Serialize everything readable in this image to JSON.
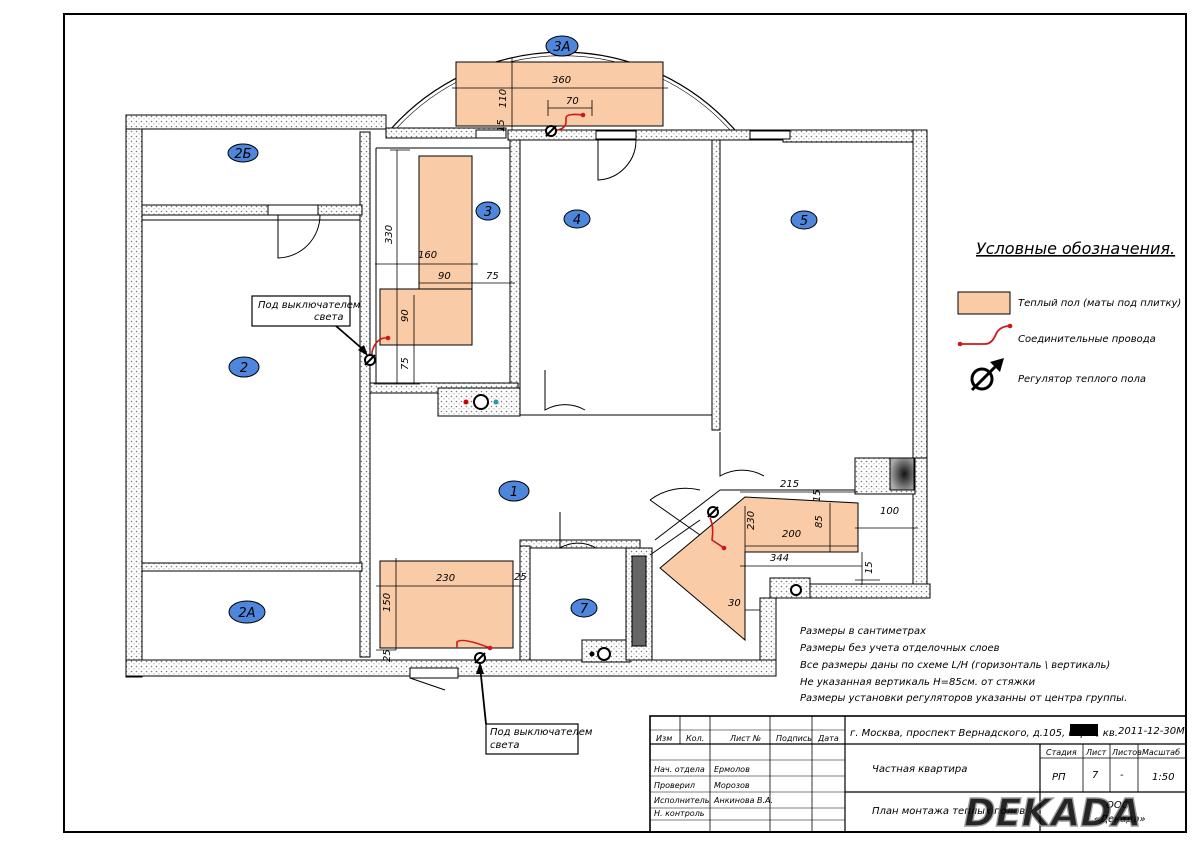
{
  "rooms": [
    {
      "id": "3A",
      "label": "3А"
    },
    {
      "id": "2B",
      "label": "2Б"
    },
    {
      "id": "3",
      "label": "3"
    },
    {
      "id": "4",
      "label": "4"
    },
    {
      "id": "5",
      "label": "5"
    },
    {
      "id": "2",
      "label": "2"
    },
    {
      "id": "1",
      "label": "1"
    },
    {
      "id": "2A",
      "label": "2А"
    },
    {
      "id": "7",
      "label": "7"
    }
  ],
  "dimensions": {
    "d360": "360",
    "d110": "110",
    "d70": "70",
    "d15a": "15",
    "d330": "330",
    "d160": "160",
    "d90a": "90",
    "d75a": "75",
    "d90b": "90",
    "d75b": "75",
    "d215": "215",
    "d15b": "15",
    "d100": "100",
    "d230a": "230",
    "d200": "200",
    "d85": "85",
    "d344": "344",
    "d15c": "15",
    "d30": "30",
    "d230b": "230",
    "d25a": "25",
    "d150": "150",
    "d25b": "25"
  },
  "callouts": {
    "switch_top": [
      "Под выключателем",
      "света"
    ],
    "switch_bottom": [
      "Под выключателем",
      "света"
    ]
  },
  "legend": {
    "title": "Условные обозначения.",
    "items": [
      {
        "label": "Теплый пол (маты под плитку)"
      },
      {
        "label": "Соединительные провода"
      },
      {
        "label": "Регулятор теплого пола"
      }
    ]
  },
  "notes": [
    "Размеры в сантиметрах",
    "Размеры без учета отделочных слоев",
    "Все размеры даны по схеме L/H (горизонталь \\ вертикаль)",
    "Не указанная вертикаль Н=85см. от стяжки",
    "Размеры установки регуляторов указанны от центра группы."
  ],
  "title_block": {
    "address": "г. Москва, проспект Вернадского, д.105, кор.4, кв.",
    "code": "2011-12-30М",
    "col_headers": [
      "Изм",
      "Кол.",
      "Лист №",
      "Подпись",
      "Дата"
    ],
    "rows": [
      {
        "role": "Нач. отдела",
        "name": "Ермолов"
      },
      {
        "role": "Проверил",
        "name": "Морозов"
      },
      {
        "role": "Исполнитель",
        "name": "Анкинова В.А."
      },
      {
        "role": "Н. контроль",
        "name": ""
      }
    ],
    "object_name": "Частная квартира",
    "sheet_title": "План монтажа теплых полов",
    "stage_header": "Стадия",
    "sheet_header": "Лист",
    "sheets_header": "Листов",
    "scale_header": "Масштаб",
    "stage": "РП",
    "sheet": "7",
    "sheets": "-",
    "scale": "1:50",
    "org_line1": "ООО",
    "org_line2": "«Декада»"
  },
  "watermark": "DEKADA",
  "colors": {
    "mat_fill": "#f9cba6",
    "wire": "#d01818",
    "room_marker": "#4e86dc",
    "wall_hatch": "#9a9a9a"
  }
}
